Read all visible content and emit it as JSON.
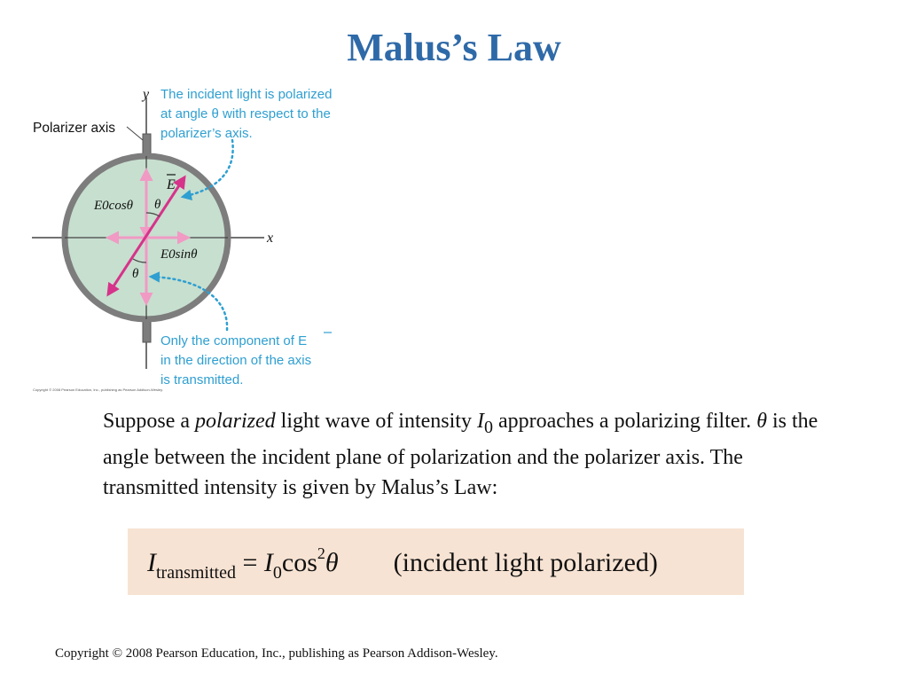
{
  "slide": {
    "title": "Malus’s Law",
    "copyright": "Copyright © 2008 Pearson Education, Inc., publishing as Pearson Addison-Wesley."
  },
  "figure": {
    "axis_y": "y",
    "axis_x": "x",
    "polarizer_axis_label": "Polarizer axis",
    "incident_note": [
      "The incident light is polarized",
      "at angle θ with respect to the",
      "polarizer’s axis."
    ],
    "component_note": [
      "Only the component of E",
      "in the direction of the axis",
      "is transmitted."
    ],
    "vector_label": "E",
    "cos_component_label": "E0cosθ",
    "sin_component_label": "E0sinθ",
    "angle_top": "θ",
    "angle_bottom": "θ",
    "fig_copyright": "Copyright © 2008 Pearson Education, Inc., publishing as Pearson Addison-Wesley.",
    "colors": {
      "disk_fill": "#c7dfcf",
      "ring": "#7d7d7d",
      "field_vector": "#d6338a",
      "components": "#f09ac4",
      "annotation": "#2e9fd1"
    }
  },
  "text": {
    "p1": "Suppose a ",
    "p1_italic": "polarized",
    "p2": " light wave of intensity ",
    "p2_var": "I",
    "p2_sub": "0",
    "p3": " approaches a polarizing filter.  ",
    "theta": "θ",
    "p4": " is the angle between the incident plane of polarization and the polarizer axis. The transmitted intensity is given by Malus’s Law:"
  },
  "formula": {
    "lhs_var": "I",
    "lhs_sub": "transmitted",
    "eq": " = ",
    "rhs_var": "I",
    "rhs_sub": "0",
    "cos": "cos",
    "sup": "2",
    "theta": "θ",
    "note": "(incident light polarized)"
  }
}
